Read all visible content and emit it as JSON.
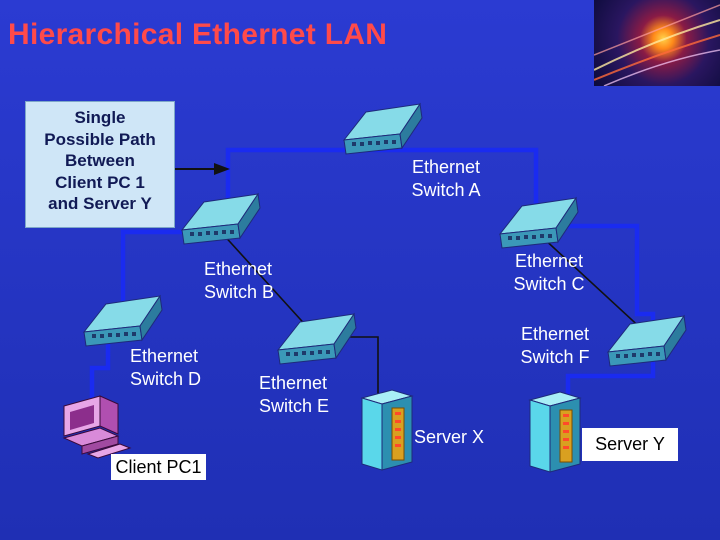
{
  "title": "Hierarchical Ethernet LAN",
  "callout": {
    "lines": [
      "Single",
      "Possible Path",
      "Between",
      "Client PC 1",
      "and Server Y"
    ]
  },
  "nodes": {
    "switch_a": {
      "line1": "Ethernet",
      "line2": "Switch A"
    },
    "switch_b": {
      "line1": "Ethernet",
      "line2": "Switch B"
    },
    "switch_c": {
      "line1": "Ethernet",
      "line2": "Switch C"
    },
    "switch_d": {
      "line1": "Ethernet",
      "line2": "Switch D"
    },
    "switch_e": {
      "line1": "Ethernet",
      "line2": "Switch E"
    },
    "switch_f": {
      "line1": "Ethernet",
      "line2": "Switch F"
    },
    "client": "Client PC1",
    "server_x": "Server X",
    "server_y": "Server Y"
  },
  "colors": {
    "background": "#2b3bd2",
    "title": "#ff4a4a",
    "highlighted_path": "#1a2bf0",
    "normal_link": "#111111",
    "switch": "#79d6e4",
    "server": "#5ad7ea",
    "callout_bg": "#cfe6f7"
  }
}
